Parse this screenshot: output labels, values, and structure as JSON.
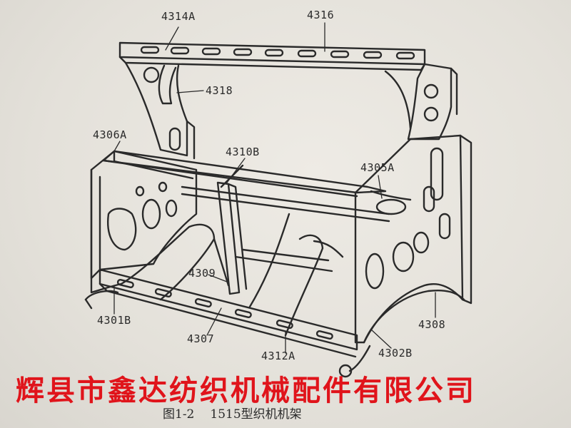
{
  "labels": {
    "l4314A": "4314A",
    "l4316": "4316",
    "l4318": "4318",
    "l4306A": "4306A",
    "l4310B": "4310B",
    "l4305A": "4305A",
    "l4309": "4309",
    "l4301B": "4301B",
    "l4307": "4307",
    "l4312A": "4312A",
    "l4302B": "4302B",
    "l4308": "4308"
  },
  "watermark": "辉县市鑫达纺织机械配件有限公司",
  "caption": {
    "figure_no": "图1-2",
    "title": "1515型织机机架"
  },
  "colors": {
    "ink": "#2a2a2a",
    "watermark": "#e0141b",
    "paper": "#e6e3dc"
  }
}
